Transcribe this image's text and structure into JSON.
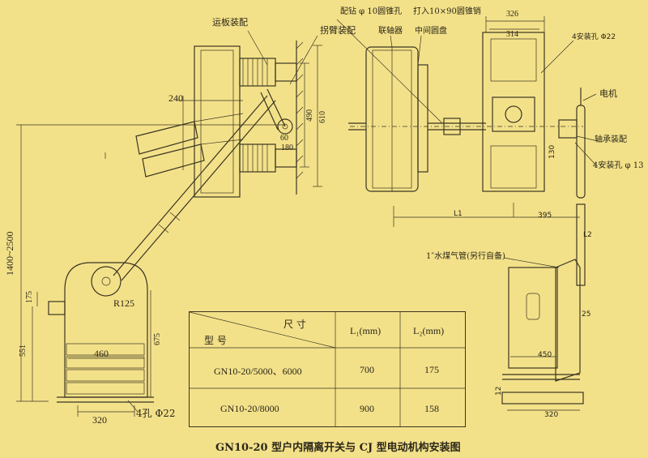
{
  "caption": "GN10-20 型户内隔离开关与 CJ 型电动机构安装图",
  "callouts": {
    "yunban": "运板装配",
    "guaibi": "拐臂装配",
    "peizuan": "配钻 φ 10圆锥孔",
    "daru": "打入10×90圆锥销",
    "lianzhouqi": "联轴器",
    "zhongjian": "中间圆盘",
    "sian_zhuang": "4安装孔 Φ22",
    "zhoucheng": "轴承装配",
    "sian_13": "4安装孔 φ 13",
    "dianji": "电机",
    "shuimei": "1″水煤气管(另行自备)",
    "sikong": "4孔 Φ22"
  },
  "dims": {
    "d240": "240",
    "d1400": "1400~2500",
    "d490": "490",
    "d610": "610",
    "d60": "60",
    "d180": "180",
    "dR125": "R125",
    "d175": "175",
    "d551": "551",
    "d675": "675",
    "d460": "460",
    "d320": "320",
    "d326": "326",
    "d314": "314",
    "d130": "130",
    "dL1": "L1",
    "d395": "395",
    "dL2": "L2",
    "d25": "25",
    "d450": "450",
    "d12": "12",
    "d320b": "320"
  },
  "table": {
    "header_top": "尺    寸",
    "header_left": "型    号",
    "col1": "L₁(mm)",
    "col2": "L₂(mm)",
    "rows": [
      {
        "model": "GN10-20/5000、6000",
        "l1": "700",
        "l2": "175"
      },
      {
        "model": "GN10-20/8000",
        "l1": "900",
        "l2": "158"
      }
    ]
  }
}
